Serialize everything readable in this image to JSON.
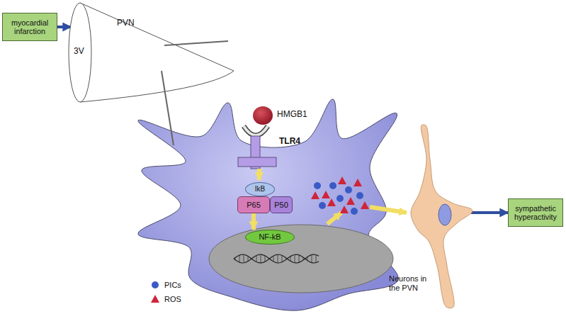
{
  "diagram": {
    "nodes": [
      {
        "text": [
          "myocardial infarction"
        ]
      },
      {
        "text": [
          "3V",
          "PVN"
        ]
      },
      {
        "text": [
          "HMGB1"
        ]
      },
      {
        "text": [
          "IkB"
        ]
      },
      {
        "text": [
          "P65"
        ]
      },
      {
        "text": [
          "P50"
        ]
      },
      {
        "text": [
          "NF-kB"
        ]
      },
      {
        "text": [
          "Neurons in the PVN"
        ]
      },
      {
        "text": [
          "sympathetic hyperactivity"
        ]
      }
    ],
    "edges": [
      {
        "from": 0,
        "to": 1,
        "arrow": "to"
      },
      {
        "from": 4,
        "to": 6,
        "arrow": "to"
      },
      {
        "from": 7,
        "to": 8,
        "arrow": "to"
      }
    ],
    "labels": [
      "TLR4"
    ],
    "legend": [
      {
        "text": "PICs"
      },
      {
        "text": "ROS"
      }
    ]
  }
}
